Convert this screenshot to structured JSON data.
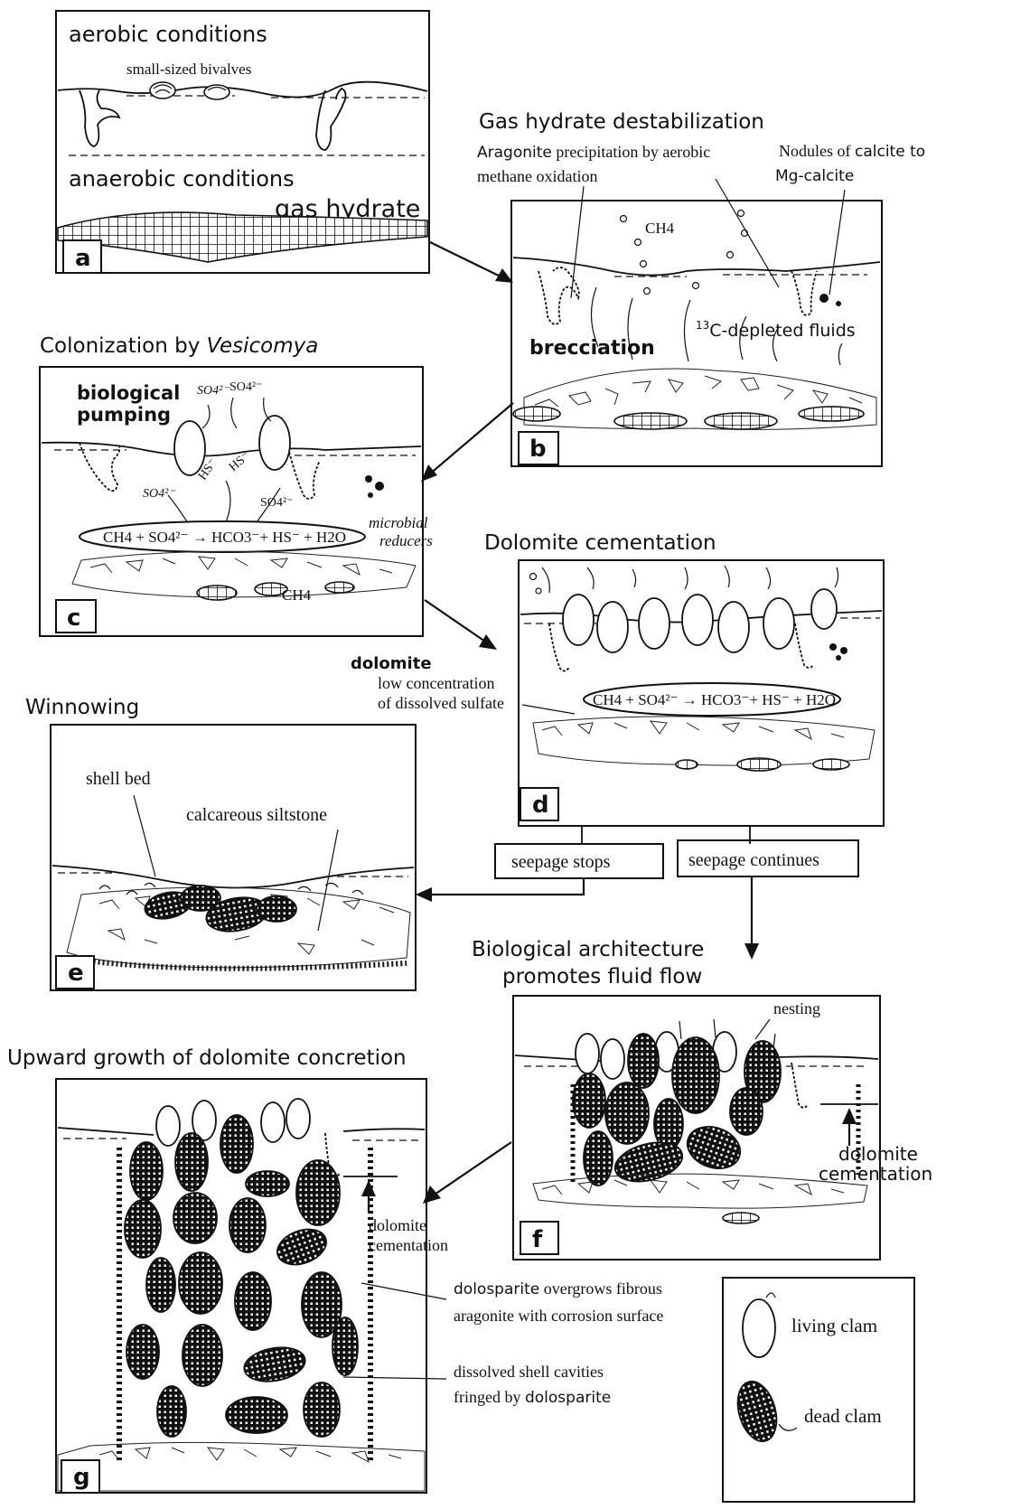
{
  "panel_a": {
    "letter": "a",
    "aerobic": "aerobic conditions",
    "bivalves": "small-sized bivalves",
    "anaerobic": "anaerobic conditions",
    "hydrate": "gas hydrate"
  },
  "panel_b": {
    "letter": "b",
    "title": "Gas hydrate destabilization",
    "aragonite_bold": "Aragonite",
    "aragonite_rest": " precipitation by aerobic",
    "aragonite_line2": "methane oxidation",
    "nodules_line1_a": "Nodules of ",
    "nodules_line1_b": "calcite to",
    "nodules_line2": "Mg-calcite",
    "ch4": "CH4",
    "c13_sup": "13",
    "c13": "C-depleted fluids",
    "brecciation": "brecciation"
  },
  "panel_c": {
    "letter": "c",
    "title_prefix": "Colonization by ",
    "title_italic": "Vesicomya",
    "pumping_1": "biological",
    "pumping_2": "pumping",
    "reaction": "CH4 + SO4²⁻ → HCO3⁻+ HS⁻ + H2O",
    "microbial_1": "microbial",
    "microbial_2": "reducers",
    "so4": "SO4²⁻",
    "hs": "HS⁻",
    "ch4": "CH4"
  },
  "panel_d": {
    "letter": "d",
    "title": "Dolomite cementation",
    "dolomite": "dolomite",
    "low_1": "low concentration",
    "low_2": "of dissolved sulfate",
    "reaction": "CH4 + SO4²⁻ → HCO3⁻+ HS⁻ + H2O"
  },
  "branch": {
    "stops": "seepage stops",
    "continues": "seepage continues"
  },
  "panel_e": {
    "letter": "e",
    "title": "Winnowing",
    "shell_bed": "shell bed",
    "siltstone": "calcareous siltstone"
  },
  "panel_f": {
    "letter": "f",
    "title_1": "Biological architecture",
    "title_2": "promotes fluid flow",
    "nesting": "nesting",
    "cement_1": "dolomite",
    "cement_2": "cementation"
  },
  "panel_g": {
    "letter": "g",
    "title": "Upward growth of dolomite concretion",
    "cement_1": "dolomite",
    "cement_2": "cementation",
    "dolosparite_bold": "dolosparite",
    "dolosparite_rest": " overgrows fibrous",
    "dolosparite_line2": "aragonite with corrosion surface",
    "cavities_1": "dissolved shell cavities",
    "cavities_2_a": "fringed by ",
    "cavities_2_b": "dolosparite"
  },
  "legend": {
    "living": "living clam",
    "dead": "dead clam"
  }
}
